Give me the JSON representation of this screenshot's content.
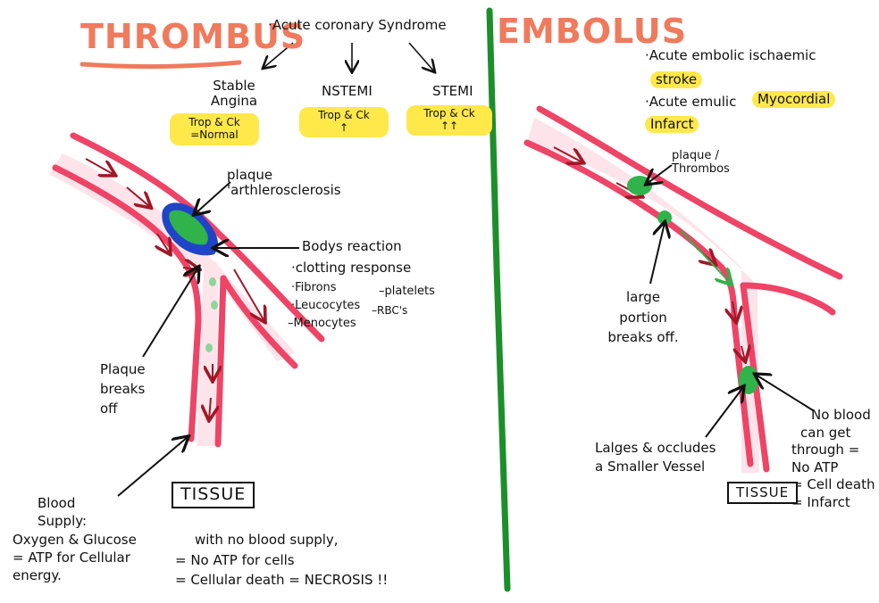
{
  "thrombus": {
    "title": "THROMBUS",
    "acs": "·Acute coronary Syndrome",
    "stable_angina": [
      "Stable",
      "Angina"
    ],
    "stable_trop_1": "Trop & Ck",
    "stable_trop_2": "=Normal",
    "nstemi": "NSTEMI",
    "nstemi_trop": "Trop & Ck",
    "nstemi_arrow": "↑",
    "stemi": "STEMI",
    "stemi_trop": "Trop & Ck",
    "stemi_arrows": "↑↑",
    "plaque_label": [
      "plaque",
      "'arthlerosclerosis"
    ],
    "bodys_reaction": "Bodys reaction",
    "clotting": "·clotting response",
    "fibrons": "·Fibrons",
    "platelets": "–platelets",
    "leucocytes": "·Leucocytes",
    "rbcs": "–RBC's",
    "menocytes": "–Menocytes",
    "plaque_breaks": [
      "Plaque",
      "breaks",
      "off"
    ],
    "tissue": "TISSUE",
    "blood_supply": [
      "Blood",
      "Supply:",
      "Oxygen & Glucose",
      "= ATP for Cellular",
      "energy."
    ],
    "no_blood": [
      "with no blood supply,",
      "= No ATP for cells",
      "= Cellular death    = NECROSIS !!"
    ]
  },
  "embolus": {
    "title": "EMBOLUS",
    "stroke_line": "·Acute embolic ischaemic",
    "stroke": "stroke",
    "mi_line": "·Acute emulic",
    "myocardial": "Myocordial",
    "infarct": "Infarct",
    "plaque_label": [
      "plaque /",
      "Thrombos"
    ],
    "large_portion": [
      "large",
      "portion",
      "breaks off."
    ],
    "lodges": [
      "Lalges & occludes",
      "a Smaller Vessel"
    ],
    "no_blood": [
      "No blood",
      "can get",
      "through =",
      "No ATP",
      "= Cell death",
      "= Infarct"
    ],
    "tissue": "TISSUE"
  },
  "colors": {
    "title": "#f07a5c",
    "vessel": "#ee4466",
    "vessel_inner": "#f9b3c2",
    "flow_arrow": "#a01828",
    "plaque_green": "#2fb34a",
    "plaque_blue": "#1f44c8",
    "highlight": "#ffe84a",
    "divider": "#1c8f2a"
  }
}
